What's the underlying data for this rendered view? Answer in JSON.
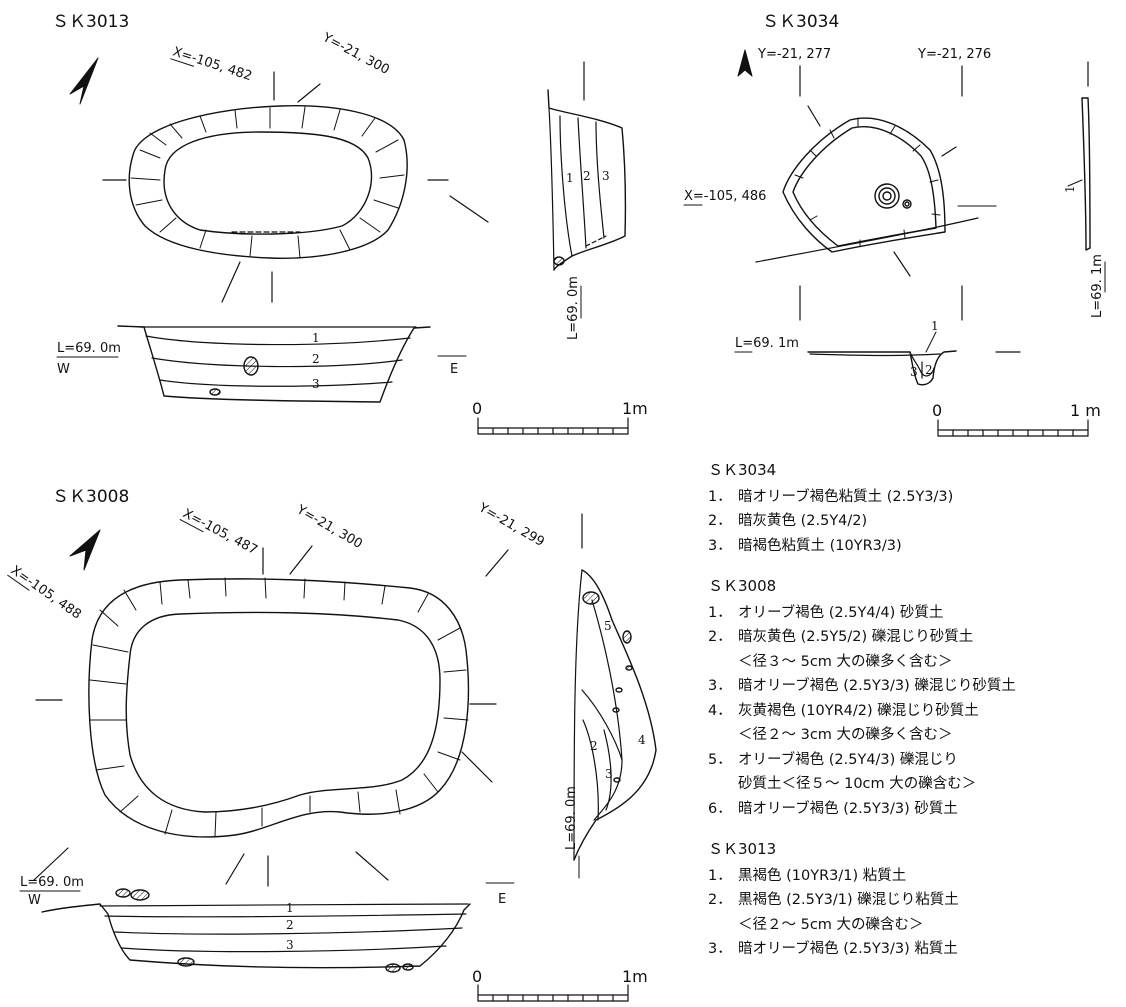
{
  "features": {
    "sk3013": {
      "title": "ＳＫ3013",
      "x_coord": "X=-105, 482",
      "y_coord": "Y=-21, 300",
      "level": "L=69. 0m",
      "w": "W",
      "e": "E",
      "layers": [
        "1",
        "2",
        "3"
      ],
      "side_level": "L=69. 0m"
    },
    "sk3034": {
      "title": "ＳＫ3034",
      "y_coord_1": "Y=-21, 277",
      "y_coord_2": "Y=-21, 276",
      "x_coord": "X=-105, 486",
      "level": "L=69. 1m",
      "side_level": "L=69. 1m",
      "layers": [
        "1",
        "2",
        "3"
      ],
      "side_layer": "1"
    },
    "sk3008": {
      "title": "ＳＫ3008",
      "x_coord_1": "X=-105, 487",
      "x_coord_2": "X=-105, 488",
      "y_coord_1": "Y=-21, 300",
      "y_coord_2": "Y=-21, 299",
      "level": "L=69. 0m",
      "w": "W",
      "e": "E",
      "layers": [
        "1",
        "2",
        "3"
      ],
      "side_layers": [
        "5",
        "2",
        "3",
        "4"
      ],
      "side_level": "L=69. 0m"
    }
  },
  "scales": {
    "zero": "0",
    "one_m": "1m",
    "one_m_spaced": "1 m"
  },
  "legend": {
    "groups": [
      {
        "title": "ＳＫ3034",
        "items": [
          {
            "num": "1．",
            "text": "暗オリーブ褐色粘質土 (2.5Y3/3)"
          },
          {
            "num": "2．",
            "text": "暗灰黄色 (2.5Y4/2)"
          },
          {
            "num": "3．",
            "text": "暗褐色粘質土 (10YR3/3)"
          }
        ]
      },
      {
        "title": "ＳＫ3008",
        "items": [
          {
            "num": "1．",
            "text": "オリーブ褐色 (2.5Y4/4) 砂質土"
          },
          {
            "num": "2．",
            "text": "暗灰黄色 (2.5Y5/2) 礫混じり砂質土",
            "note": "＜径３～ 5cm 大の礫多く含む＞"
          },
          {
            "num": "3．",
            "text": "暗オリーブ褐色 (2.5Y3/3) 礫混じり砂質土"
          },
          {
            "num": "4．",
            "text": "灰黄褐色 (10YR4/2) 礫混じり砂質土",
            "note": "＜径２～ 3cm 大の礫多く含む＞"
          },
          {
            "num": "5．",
            "text": "オリーブ褐色 (2.5Y4/3) 礫混じり",
            "note": "砂質土＜径５～ 10cm 大の礫含む＞"
          },
          {
            "num": "6．",
            "text": "暗オリーブ褐色 (2.5Y3/3) 砂質土"
          }
        ]
      },
      {
        "title": "ＳＫ3013",
        "items": [
          {
            "num": "1．",
            "text": "黒褐色 (10YR3/1) 粘質土"
          },
          {
            "num": "2．",
            "text": "黒褐色 (2.5Y3/1) 礫混じり粘質土",
            "note": "＜径２～ 5cm 大の礫含む＞"
          },
          {
            "num": "3．",
            "text": "暗オリーブ褐色 (2.5Y3/3) 粘質土"
          }
        ]
      }
    ]
  }
}
